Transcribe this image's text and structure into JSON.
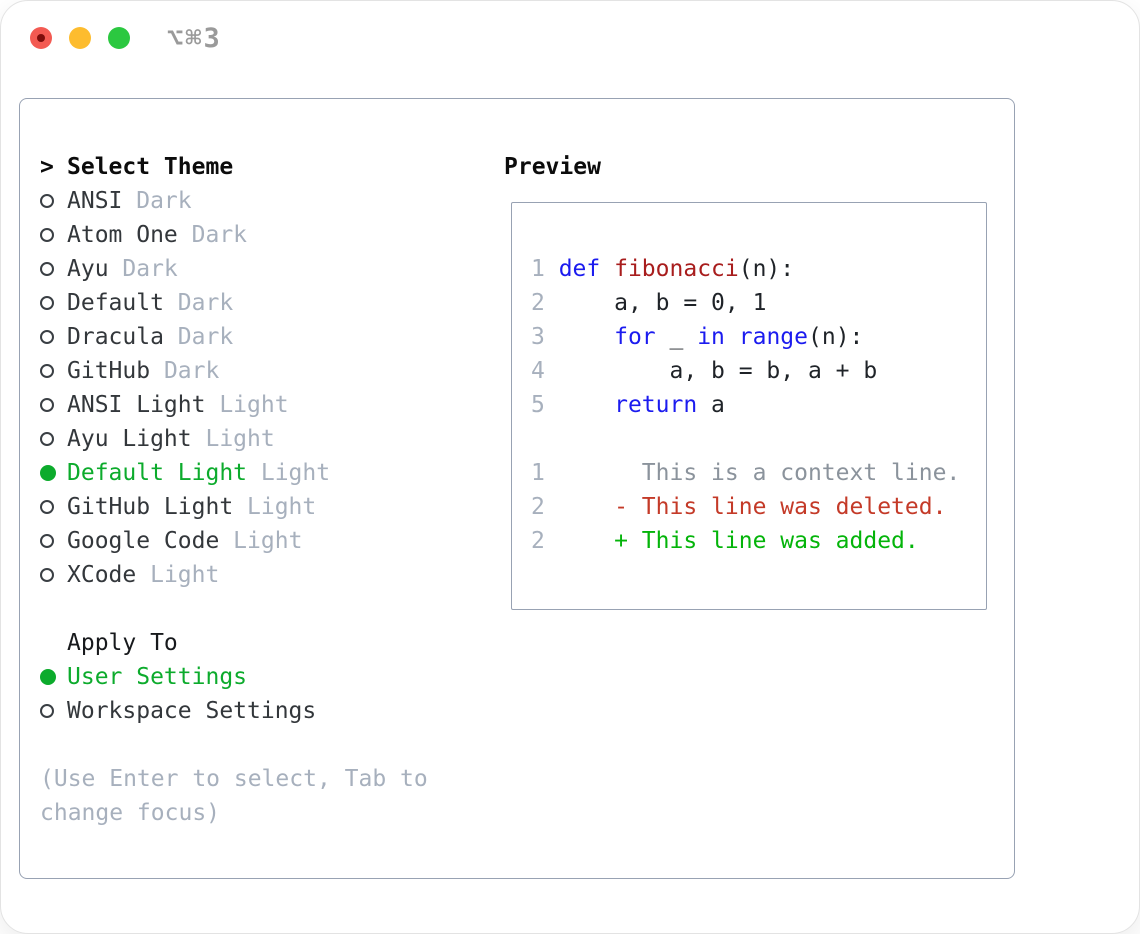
{
  "window": {
    "shortcut_label": "⌥⌘3",
    "traffic_lights": [
      "close",
      "minimize",
      "zoom"
    ]
  },
  "colors": {
    "ink": "#1f2328",
    "muted": "#a7b0bd",
    "selection_green": "#0cab2c",
    "keyword_blue": "#1b1bef",
    "function_red": "#a81d1d",
    "deleted_red": "#c43a28",
    "added_green": "#04b40a",
    "context_gray": "#8b939c",
    "panel_border": "#98a2b3",
    "traffic_red": "#f35a52",
    "traffic_yellow": "#fdbc2e",
    "traffic_green": "#2bc840"
  },
  "theme_picker": {
    "header": {
      "marker": ">",
      "label": "Select Theme"
    },
    "themes": [
      {
        "name": "ANSI",
        "variant": "Dark",
        "selected": false
      },
      {
        "name": "Atom One",
        "variant": "Dark",
        "selected": false
      },
      {
        "name": "Ayu",
        "variant": "Dark",
        "selected": false
      },
      {
        "name": "Default",
        "variant": "Dark",
        "selected": false
      },
      {
        "name": "Dracula",
        "variant": "Dark",
        "selected": false
      },
      {
        "name": "GitHub",
        "variant": "Dark",
        "selected": false
      },
      {
        "name": "ANSI Light",
        "variant": "Light",
        "selected": false
      },
      {
        "name": "Ayu Light",
        "variant": "Light",
        "selected": false
      },
      {
        "name": "Default Light",
        "variant": "Light",
        "selected": true
      },
      {
        "name": "GitHub Light",
        "variant": "Light",
        "selected": false
      },
      {
        "name": "Google Code",
        "variant": "Light",
        "selected": false
      },
      {
        "name": "XCode",
        "variant": "Light",
        "selected": false
      }
    ],
    "apply_to": {
      "label": "Apply To",
      "options": [
        {
          "label": "User Settings",
          "selected": true
        },
        {
          "label": "Workspace Settings",
          "selected": false
        }
      ]
    },
    "hint": "(Use Enter to select, Tab to change focus)"
  },
  "preview": {
    "title": "Preview",
    "lines": [
      {
        "num": "1",
        "segments": [
          {
            "text": "def",
            "style": "kw"
          },
          {
            "text": " ",
            "style": "plain"
          },
          {
            "text": "fibonacci",
            "style": "fn"
          },
          {
            "text": "(n):",
            "style": "plain"
          }
        ]
      },
      {
        "num": "2",
        "segments": [
          {
            "text": "    a, b = 0, 1",
            "style": "plain"
          }
        ]
      },
      {
        "num": "3",
        "segments": [
          {
            "text": "    ",
            "style": "plain"
          },
          {
            "text": "for",
            "style": "kw"
          },
          {
            "text": " _ ",
            "style": "plain"
          },
          {
            "text": "in",
            "style": "kw"
          },
          {
            "text": " ",
            "style": "plain"
          },
          {
            "text": "range",
            "style": "kw"
          },
          {
            "text": "(n):",
            "style": "plain"
          }
        ]
      },
      {
        "num": "4",
        "segments": [
          {
            "text": "        a, b = b, a + b",
            "style": "plain"
          }
        ]
      },
      {
        "num": "5",
        "segments": [
          {
            "text": "    ",
            "style": "plain"
          },
          {
            "text": "return",
            "style": "kw"
          },
          {
            "text": " a",
            "style": "plain"
          }
        ]
      },
      {
        "num": "",
        "segments": []
      },
      {
        "num": "1",
        "segments": [
          {
            "text": "      This is a context line.",
            "style": "ctx"
          }
        ]
      },
      {
        "num": "2",
        "segments": [
          {
            "text": "    - This line was deleted.",
            "style": "del"
          }
        ]
      },
      {
        "num": "2",
        "segments": [
          {
            "text": "    + This line was added.",
            "style": "add"
          }
        ]
      }
    ]
  }
}
